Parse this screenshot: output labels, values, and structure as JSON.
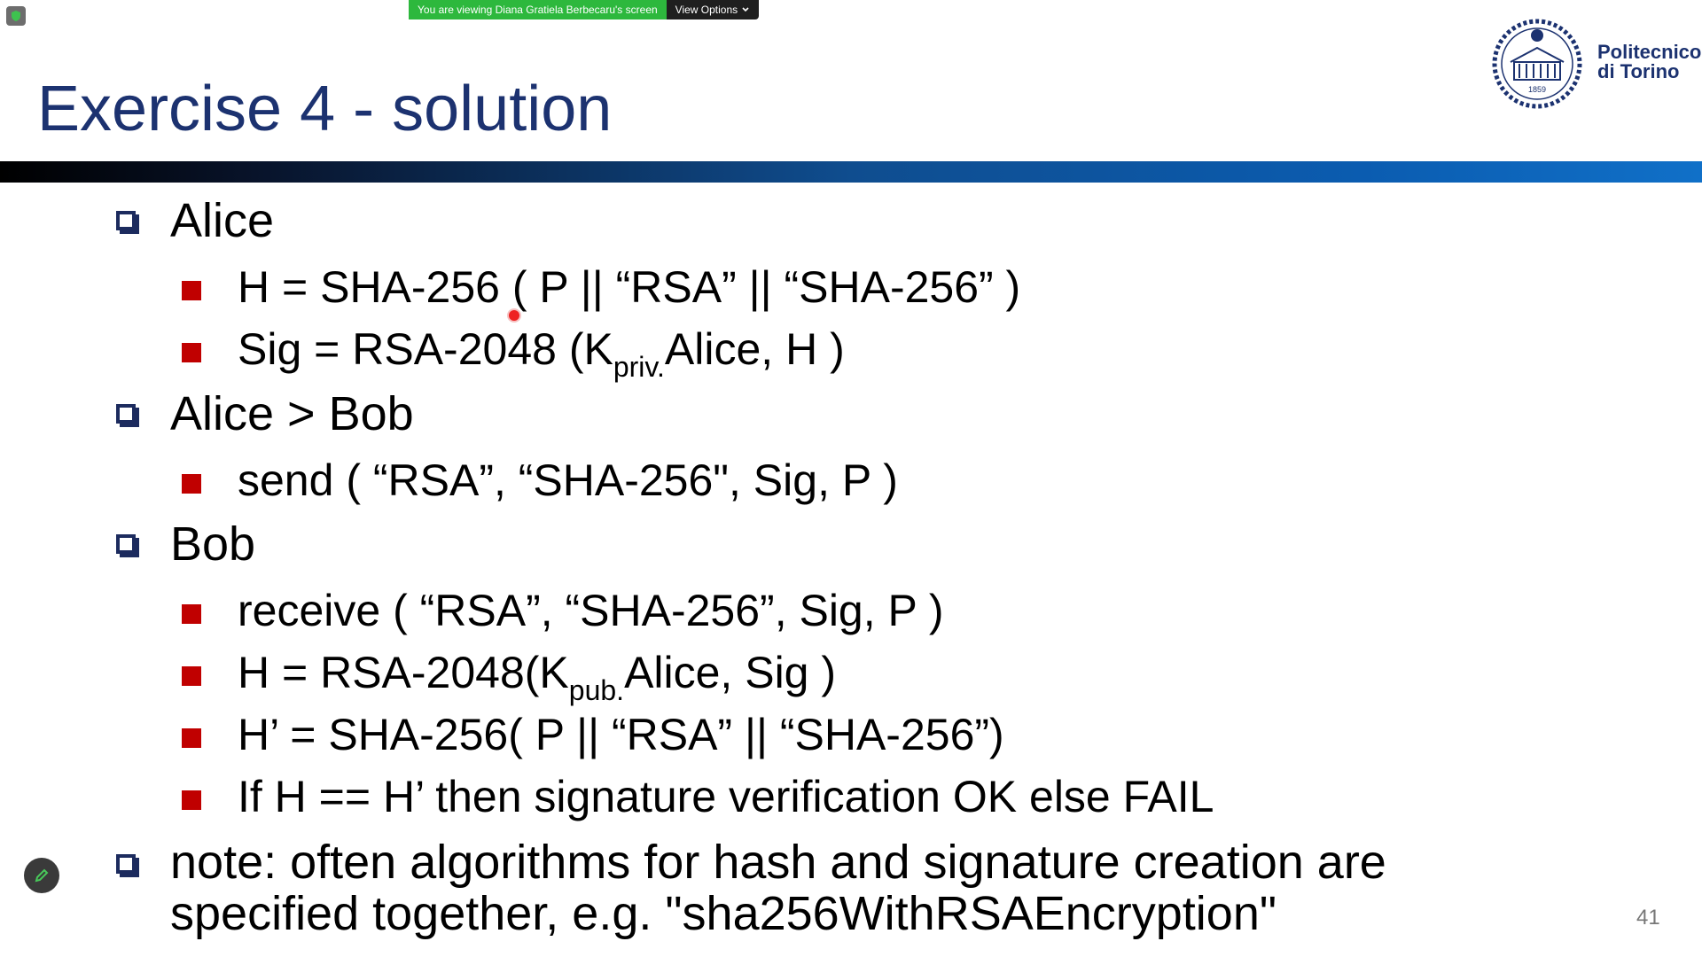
{
  "share_banner": {
    "info": "You are viewing Diana Gratiela Berbecaru's screen",
    "options": "View Options"
  },
  "slide": {
    "title": "Exercise 4 - solution",
    "logo": {
      "line1": "Politecnico",
      "line2": "di Torino",
      "year": "1859"
    },
    "page_number": "41",
    "bullets": [
      {
        "label": "Alice"
      },
      {
        "a": "H = SHA-256 ( P ||  “RSA” || “SHA-256” )"
      },
      {
        "a": "Sig = RSA-2048 (K",
        "sub": "priv.",
        "b": "Alice, H )"
      },
      {
        "label": "Alice > Bob"
      },
      {
        "a": "send ( “RSA”, “SHA-256\", Sig, P )"
      },
      {
        "label": "Bob"
      },
      {
        "a": "receive ( “RSA”, “SHA-256”, Sig, P )"
      },
      {
        "a": "H = RSA-2048(K",
        "sub": "pub.",
        "b": "Alice, Sig )"
      },
      {
        "a": "H’ = SHA-256( P || “RSA” ||  “SHA-256”)"
      },
      {
        "a": "If H == H’ then signature verification OK else FAIL"
      },
      {
        "line1": "note: often algorithms for hash and signature creation are",
        "line2": "specified together, e.g. \"sha256WithRSAEncryption\""
      }
    ]
  },
  "icons": {
    "security": "shield-icon",
    "annotate": "pencil-icon",
    "dropdown": "chevron-down-icon"
  },
  "colors": {
    "title": "#1c3270",
    "square_bullet": "#c00000",
    "banner": "#2db83d"
  }
}
